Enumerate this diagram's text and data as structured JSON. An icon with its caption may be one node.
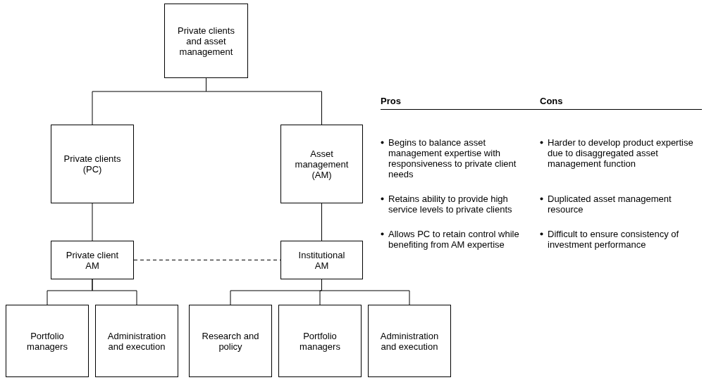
{
  "diagram": {
    "nodes": [
      {
        "text": [
          "Private clients and asset management"
        ]
      },
      {
        "text": [
          "Private clients (PC)"
        ]
      },
      {
        "text": [
          "Asset management (AM)"
        ]
      },
      {
        "text": [
          "Private client AM"
        ]
      },
      {
        "text": [
          "Institutional AM"
        ]
      },
      {
        "text": [
          "Portfolio managers"
        ]
      },
      {
        "text": [
          "Administration and execution"
        ]
      },
      {
        "text": [
          "Research and policy"
        ]
      },
      {
        "text": [
          "Portfolio managers"
        ]
      },
      {
        "text": [
          "Administration and execution"
        ]
      }
    ],
    "edges": [
      {
        "from": 0,
        "to": 1,
        "arrow": "none"
      },
      {
        "from": 0,
        "to": 2,
        "arrow": "none"
      },
      {
        "from": 1,
        "to": 3,
        "arrow": "none"
      },
      {
        "from": 2,
        "to": 4,
        "arrow": "none"
      },
      {
        "from": 3,
        "to": 4,
        "arrow": "none",
        "style": "dashed"
      },
      {
        "from": 3,
        "to": 5,
        "arrow": "none"
      },
      {
        "from": 3,
        "to": 6,
        "arrow": "none"
      },
      {
        "from": 4,
        "to": 7,
        "arrow": "none"
      },
      {
        "from": 4,
        "to": 8,
        "arrow": "none"
      },
      {
        "from": 4,
        "to": 9,
        "arrow": "none"
      }
    ],
    "labels": [
      "Pros",
      "Cons",
      "Begins to balance asset management expertise with responsiveness to private client needs",
      "Harder to develop product expertise due to disaggregated asset management function",
      "Retains ability to provide high service levels to private clients",
      "Duplicated asset management resource",
      "Allows PC to retain control while benefiting from AM expertise",
      "Difficult to ensure consistency of investment performance"
    ]
  }
}
